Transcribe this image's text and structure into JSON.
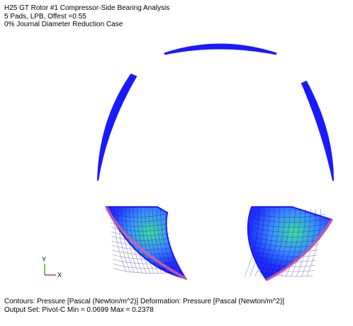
{
  "header": {
    "line1": "H25 GT Rotor #1 Compressor-Side Bearing Analysis",
    "line2": "5 Pads, LPB, Offest =0.55",
    "line3": "0% Journal Diameter Reduction Case"
  },
  "triad": {
    "y_label": "Y",
    "x_label": "X"
  },
  "footer": {
    "line1": "Contours: Pressure [Pascal (Newton/m^2)]    Deformation: Pressure [Pascal (Newton/m^2)]",
    "line2": "Output Set:  Pivot-C  Min =   0.0699 Max =   0.2378"
  },
  "colors": {
    "pad_blue": "#1a1aff",
    "mesh_line": "#000080",
    "high_pressure": "#e0609a",
    "mid_pressure": "#30c890"
  }
}
